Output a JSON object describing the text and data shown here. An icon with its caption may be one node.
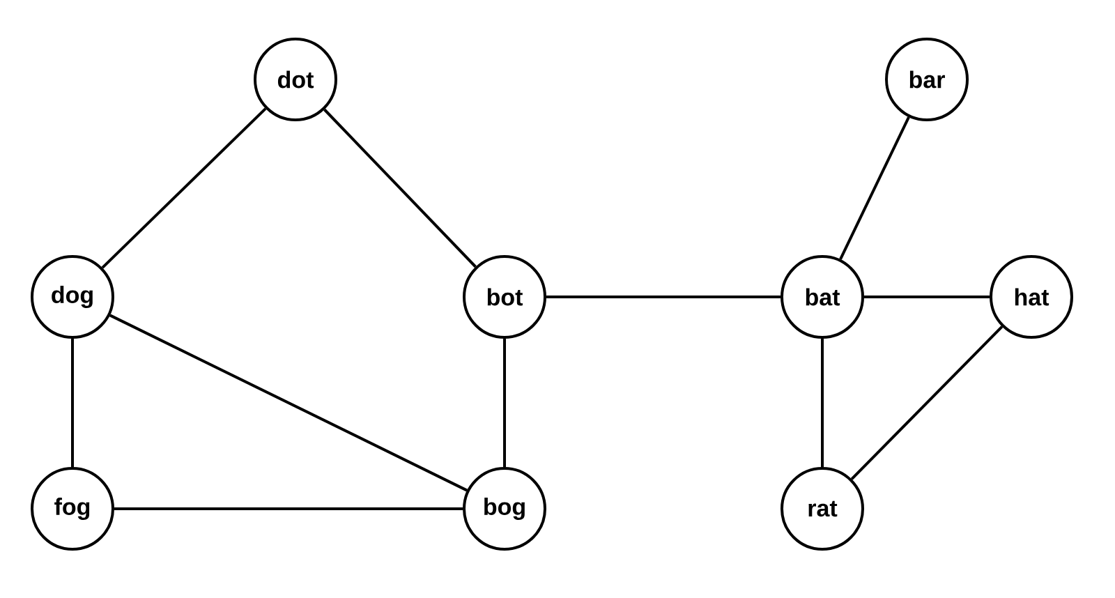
{
  "diagram": {
    "nodes": [
      {
        "text": [
          "dot"
        ]
      },
      {
        "text": [
          "bar"
        ]
      },
      {
        "text": [
          "dog"
        ]
      },
      {
        "text": [
          "bot"
        ]
      },
      {
        "text": [
          "bat"
        ]
      },
      {
        "text": [
          "hat"
        ]
      },
      {
        "text": [
          "fog"
        ]
      },
      {
        "text": [
          "bog"
        ]
      },
      {
        "text": [
          "rat"
        ]
      }
    ],
    "edges": [
      {
        "from": 0,
        "to": 2,
        "arrow": "none"
      },
      {
        "from": 0,
        "to": 3,
        "arrow": "none"
      },
      {
        "from": 1,
        "to": 4,
        "arrow": "none"
      },
      {
        "from": 2,
        "to": 6,
        "arrow": "none"
      },
      {
        "from": 2,
        "to": 7,
        "arrow": "none"
      },
      {
        "from": 3,
        "to": 7,
        "arrow": "none"
      },
      {
        "from": 3,
        "to": 4,
        "arrow": "none"
      },
      {
        "from": 4,
        "to": 5,
        "arrow": "none"
      },
      {
        "from": 4,
        "to": 8,
        "arrow": "none"
      },
      {
        "from": 5,
        "to": 8,
        "arrow": "none"
      },
      {
        "from": 6,
        "to": 7,
        "arrow": "none"
      }
    ]
  }
}
